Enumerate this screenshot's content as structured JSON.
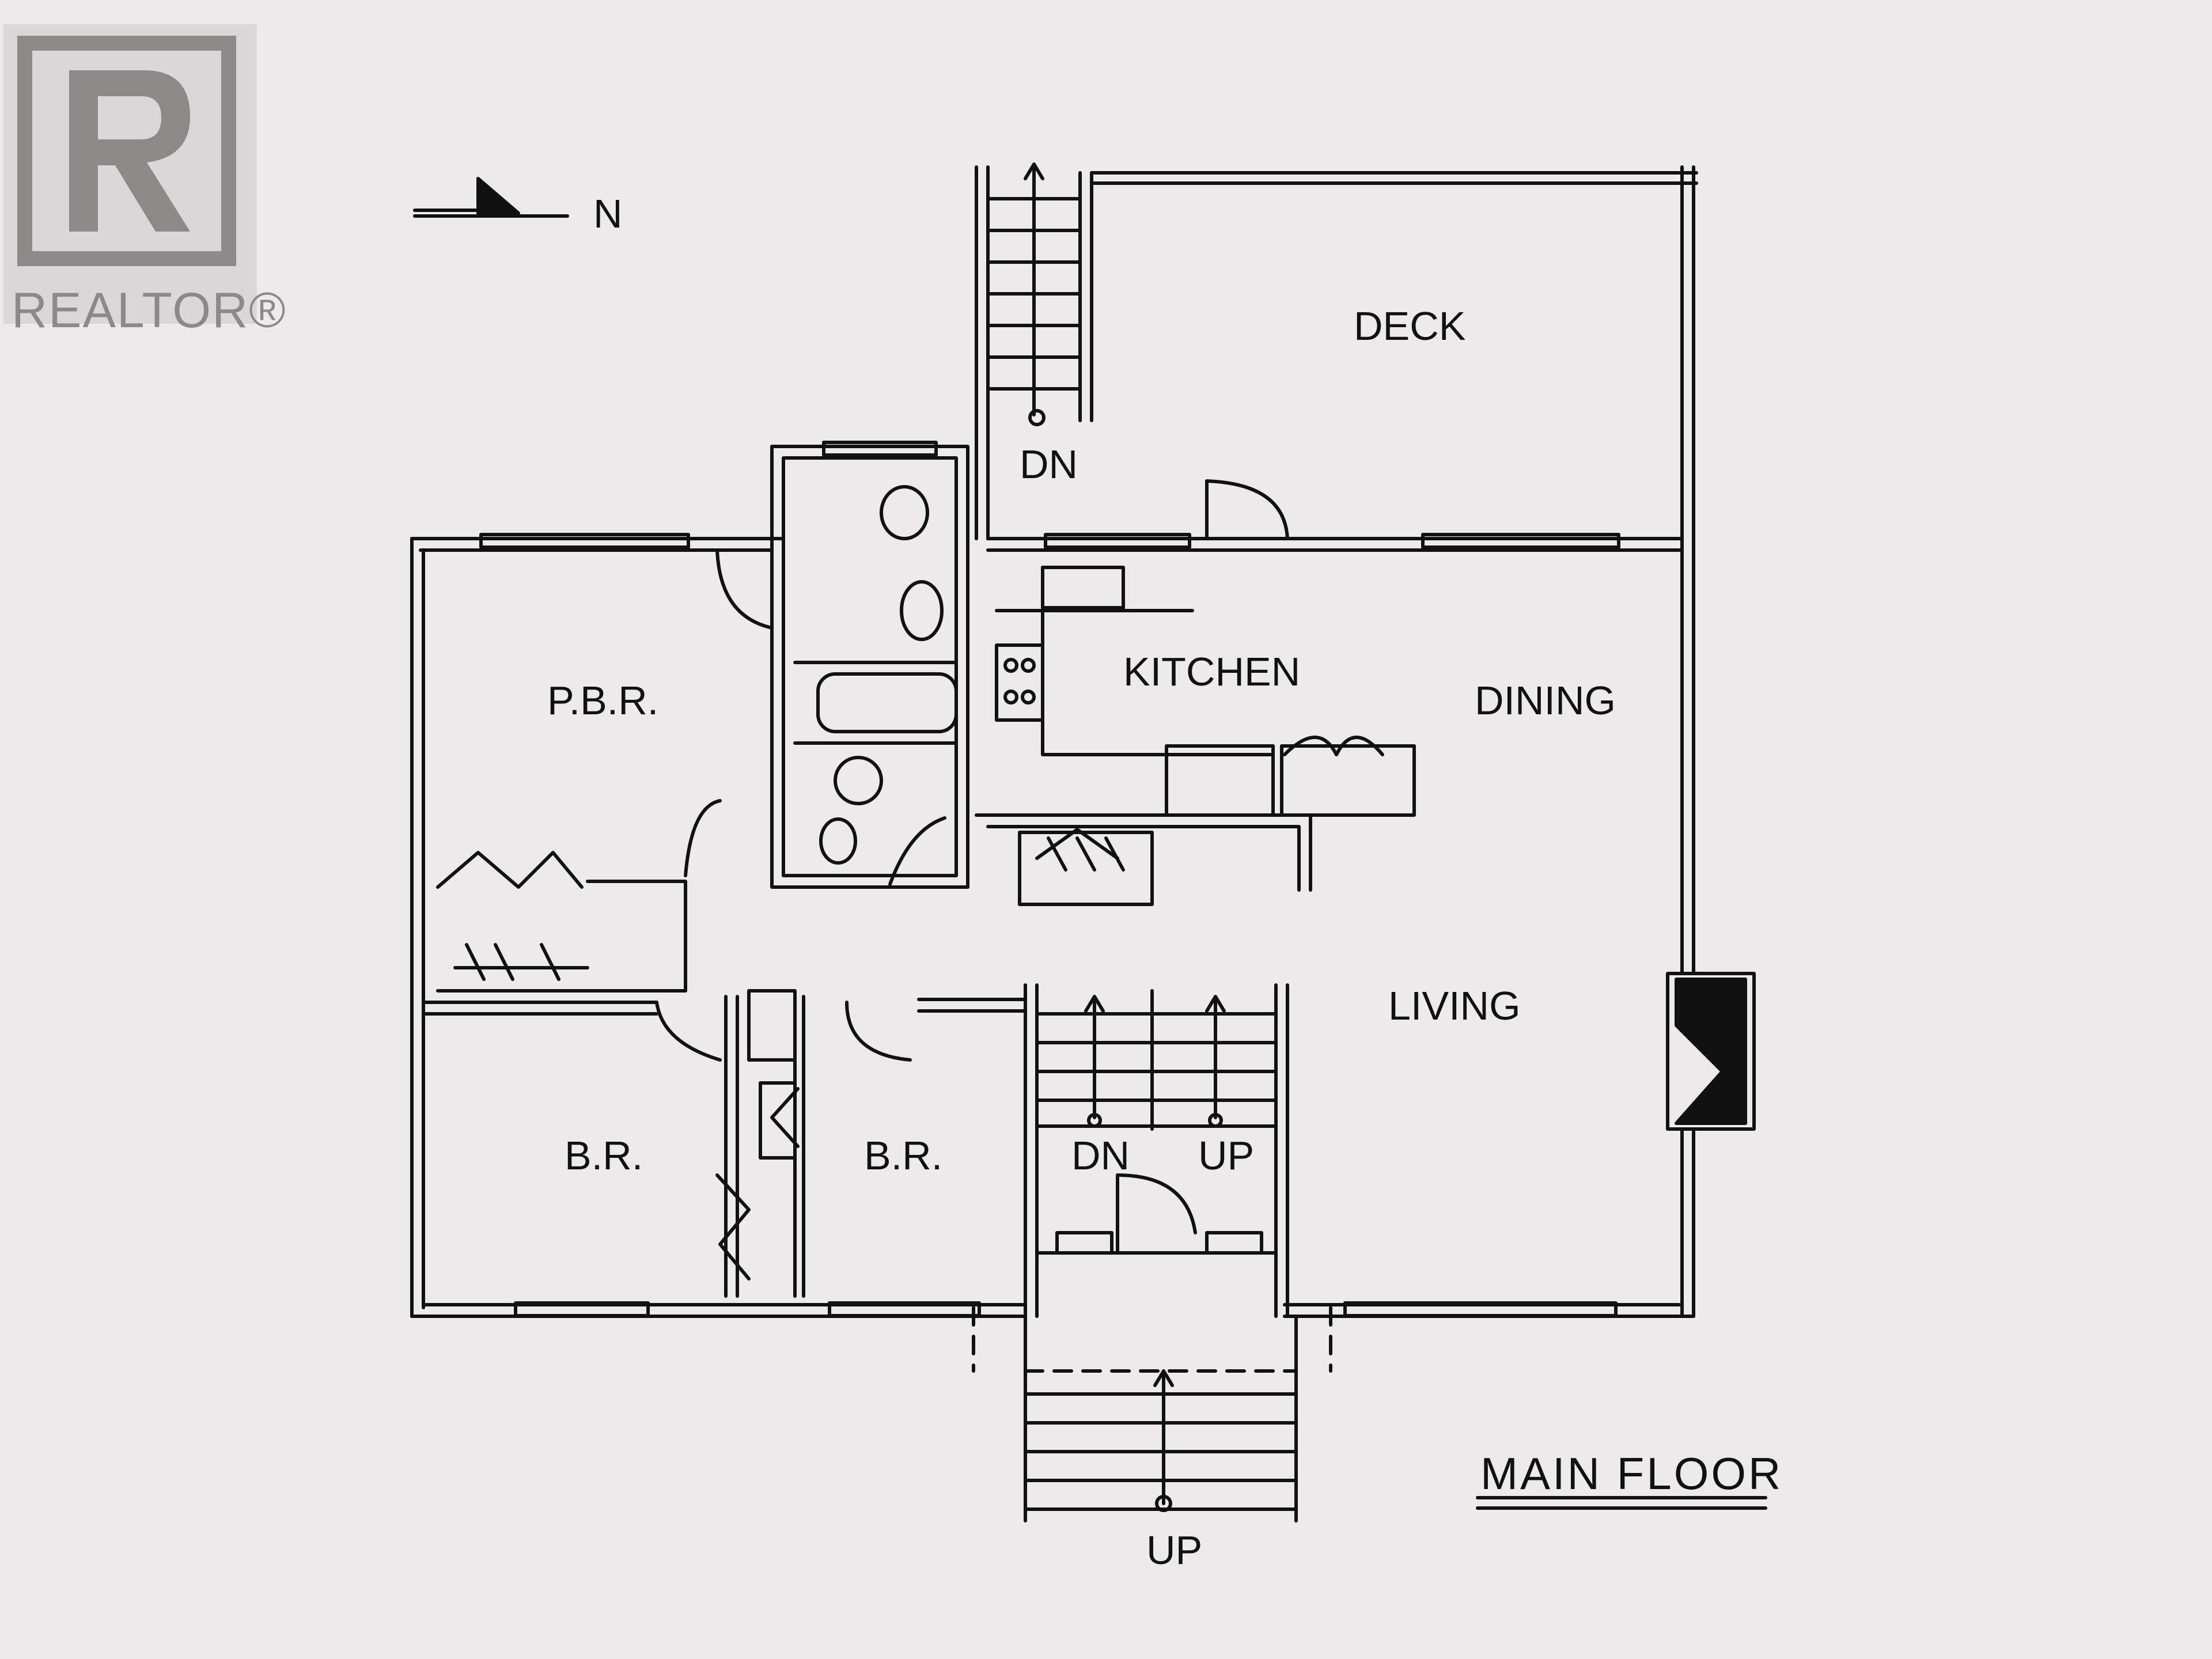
{
  "logo": {
    "word": "REALTOR®",
    "icon": "realtor-r-logo-icon"
  },
  "compass": {
    "label": "N",
    "icon": "north-arrow-icon"
  },
  "title": "MAIN FLOOR",
  "rooms": {
    "deck": "DECK",
    "kitchen": "KITCHEN",
    "dining": "DINING",
    "living": "LIVING",
    "pbr": "P.B.R.",
    "br_left": "B.R.",
    "br_right": "B.R."
  },
  "stairs": {
    "deck_dn": "DN",
    "inner_dn": "DN",
    "inner_up": "UP",
    "entry_up": "UP"
  },
  "colors": {
    "ink": "#111111",
    "paper": "#eceaea",
    "logo_bg": "#d9d7d7",
    "logo_fg": "#8d8989"
  }
}
